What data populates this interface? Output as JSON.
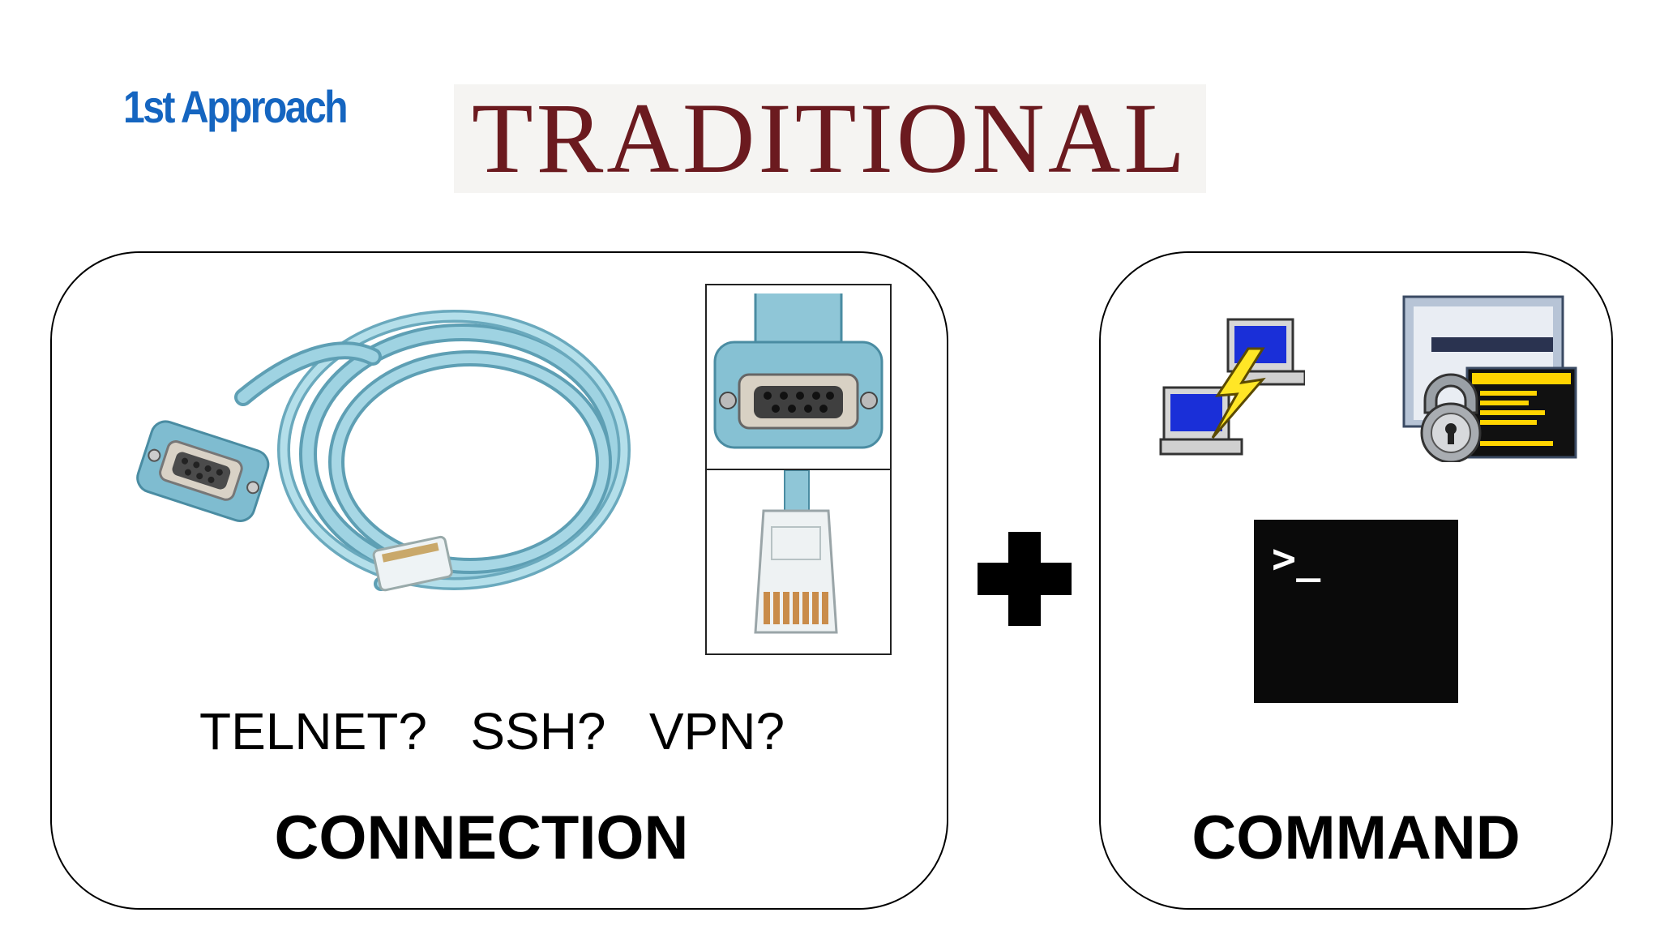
{
  "slide": {
    "approach_label": "1st Approach",
    "banner_title": "TRADITIONAL",
    "connection": {
      "protocols": [
        "TELNET?",
        "SSH?",
        "VPN?"
      ],
      "label": "CONNECTION",
      "images": [
        "console-cable",
        "db9-connector-closeup",
        "rj45-connector-closeup"
      ]
    },
    "operator": "plus",
    "command": {
      "label": "COMMAND",
      "prompt": ">_",
      "images": [
        "putty-icon",
        "securecrt-icon",
        "terminal-icon"
      ]
    }
  },
  "colors": {
    "approach_blue": "#1565c0",
    "traditional_red": "#6b1a1f",
    "cable_blue": "#8ec5d6",
    "terminal_black": "#0a0a0a"
  }
}
